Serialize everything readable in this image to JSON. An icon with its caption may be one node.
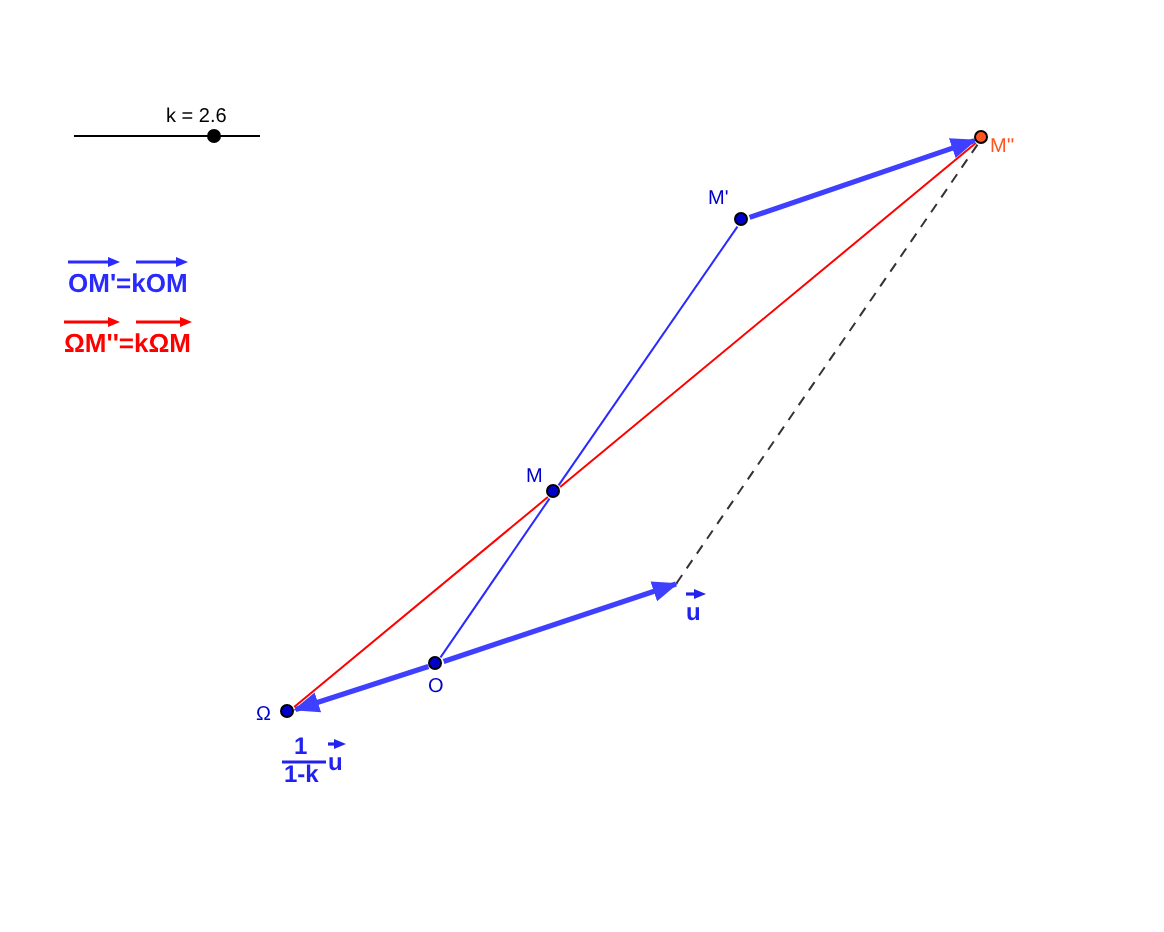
{
  "diagram": {
    "nodes": [
      {
        "text": [
          "Ω"
        ]
      },
      {
        "text": [
          "O"
        ]
      },
      {
        "text": [
          "M"
        ]
      },
      {
        "text": [
          "M'"
        ]
      },
      {
        "text": [
          "M''"
        ]
      },
      {
        "text": [
          "u"
        ]
      }
    ],
    "edges": [
      {
        "from": 1,
        "to": 2,
        "arrow": "none",
        "color": "#2a2aff"
      },
      {
        "from": 2,
        "to": 3,
        "arrow": "none",
        "color": "#2a2aff"
      },
      {
        "from": 0,
        "to": 2,
        "arrow": "none",
        "color": "#ff0000"
      },
      {
        "from": 2,
        "to": 4,
        "arrow": "none",
        "color": "#ff0000"
      },
      {
        "from": 1,
        "to": 5,
        "arrow": "to",
        "style": "thick"
      },
      {
        "from": 1,
        "to": 0,
        "arrow": "to",
        "style": "thick"
      },
      {
        "from": 3,
        "to": 4,
        "arrow": "to",
        "style": "thick"
      },
      {
        "from": 4,
        "to": 5,
        "arrow": "none",
        "style": "dashed",
        "color": "#333333"
      }
    ],
    "labels": [
      "k = 2.6",
      "OM'=kOM",
      "ΩM''=kΩM",
      "1",
      "1-k",
      "u"
    ]
  }
}
